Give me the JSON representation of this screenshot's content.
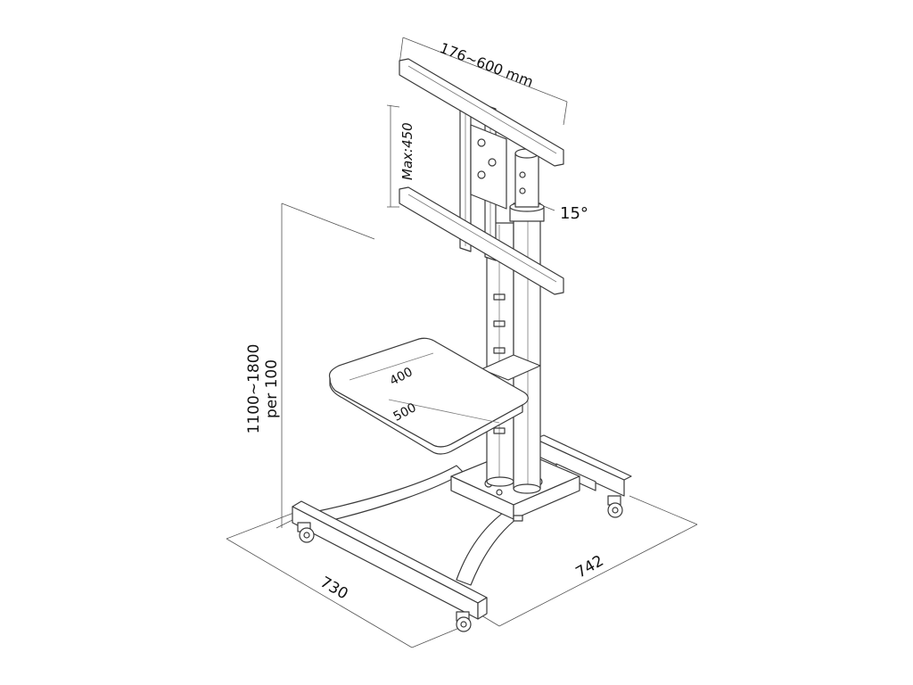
{
  "labels": {
    "vesa_width": "176~600 mm",
    "vesa_height": "Max:450",
    "tilt": "15°",
    "height_range": "1100~1800",
    "height_step": "per 100",
    "shelf_depth": "400",
    "shelf_width": "500",
    "base_depth": "730",
    "base_width": "742"
  },
  "colors": {
    "line": "#3a3a3a",
    "dimension": "#555555",
    "text": "#111111"
  }
}
